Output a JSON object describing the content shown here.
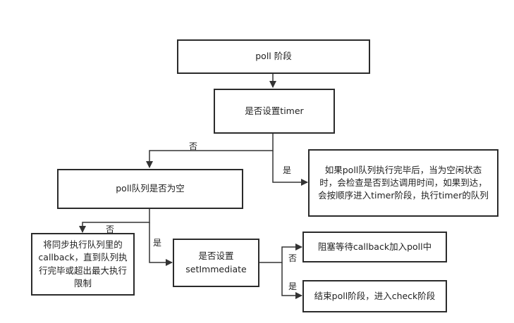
{
  "nodes": {
    "poll_phase": "poll 阶段",
    "timer_check": "是否设置timer",
    "timer_result": "如果poll队列执行完毕后，当为空闲状态时，会检查是否到达调用时间，如果到达，会按顺序进入timer阶段，执行timer的队列",
    "queue_empty": "poll队列是否为空",
    "sync_execute": "将同步执行队列里的callback，直到队列执行完毕或超出最大执行限制",
    "setimmediate_check": "是否设置setImmediate",
    "block_wait": "阻塞等待callback加入poll中",
    "end_poll": "结束poll阶段，进入check阶段"
  },
  "edge_labels": {
    "timer_no": "否",
    "timer_yes": "是",
    "queue_no": "否",
    "queue_yes": "是",
    "immediate_no": "否",
    "immediate_yes": "是"
  },
  "colors": {
    "line": "#333333",
    "border": "#2b2b2b",
    "text": "#222222"
  }
}
